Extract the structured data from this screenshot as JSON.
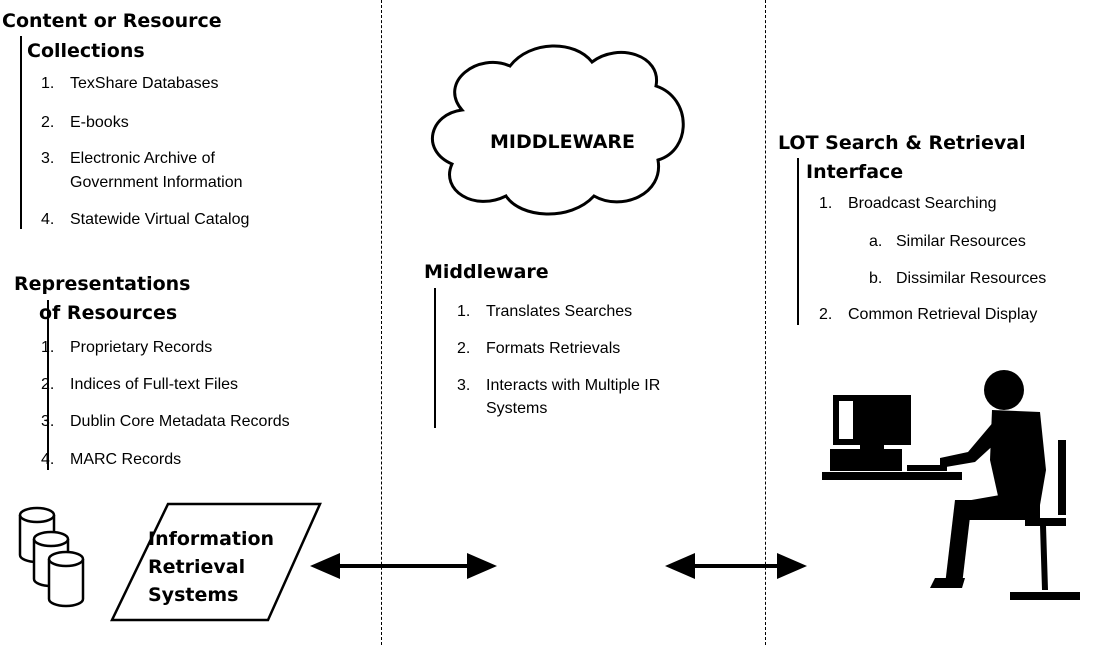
{
  "left": {
    "content_heading_1": "Content or Resource",
    "content_heading_2": "Collections",
    "content_items": [
      {
        "num": "1.",
        "lines": [
          "TexShare Databases"
        ]
      },
      {
        "num": "2.",
        "lines": [
          "E-books"
        ]
      },
      {
        "num": "3.",
        "lines": [
          "Electronic Archive of",
          "Government Information"
        ]
      },
      {
        "num": "4.",
        "lines": [
          "Statewide Virtual Catalog"
        ]
      }
    ],
    "repr_heading_1": "Representations",
    "repr_heading_2": "of Resources",
    "repr_items": [
      {
        "num": "1.",
        "lines": [
          "Proprietary Records"
        ]
      },
      {
        "num": "2.",
        "lines": [
          "Indices of Full-text Files"
        ]
      },
      {
        "num": "3.",
        "lines": [
          "Dublin Core Metadata Records"
        ]
      },
      {
        "num": "4.",
        "lines": [
          "MARC Records"
        ]
      }
    ],
    "ir_box": [
      "Information",
      "Retrieval",
      "Systems"
    ]
  },
  "middle": {
    "cloud_label": "MIDDLEWARE",
    "heading": "Middleware",
    "items": [
      {
        "num": "1.",
        "lines": [
          "Translates Searches"
        ]
      },
      {
        "num": "2.",
        "lines": [
          "Formats Retrievals"
        ]
      },
      {
        "num": "3.",
        "lines": [
          "Interacts with Multiple IR",
          "Systems"
        ]
      }
    ]
  },
  "right": {
    "heading_1": "LOT Search & Retrieval",
    "heading_2": "Interface",
    "items": [
      {
        "num": "1.",
        "lines": [
          "Broadcast Searching"
        ]
      },
      {
        "num": "a.",
        "lines": [
          "Similar Resources"
        ]
      },
      {
        "num": "b.",
        "lines": [
          "Dissimilar Resources"
        ]
      },
      {
        "num": "2.",
        "lines": [
          "Common Retrieval Display"
        ]
      }
    ]
  }
}
